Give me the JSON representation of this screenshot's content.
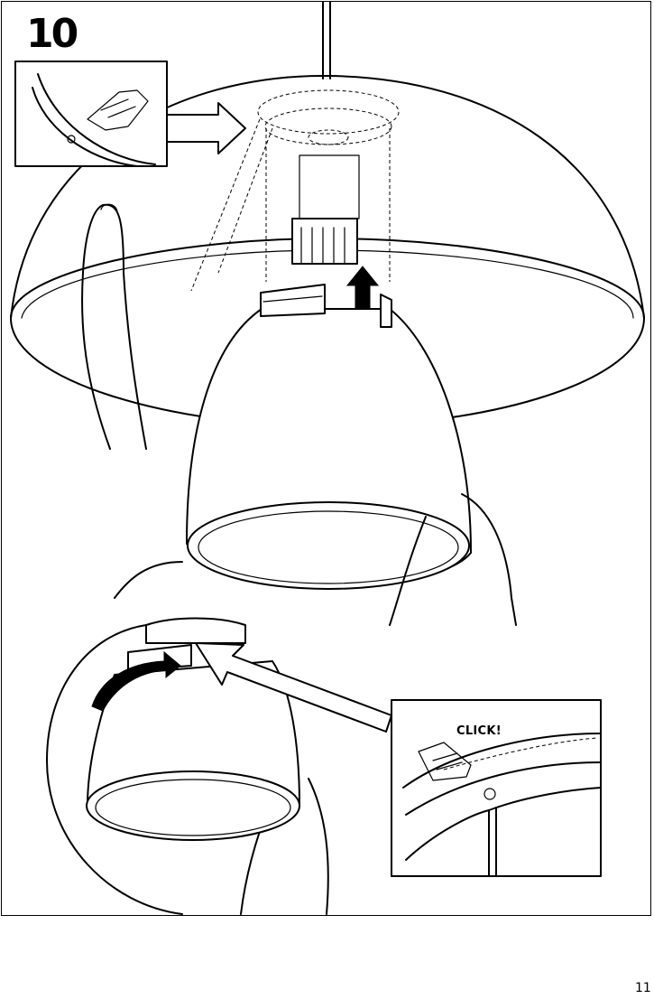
{
  "step": {
    "number": "10"
  },
  "callout": {
    "click_label": "CLICK!"
  },
  "page": {
    "number": "11"
  },
  "icons": {
    "pendant_cord": "pendant-cord-icon",
    "lamp_shade": "lamp-shade-icon",
    "inner_shade": "inner-shade-icon",
    "arrow_up": "arrow-up-icon",
    "rotate_arrow": "rotate-arrow-icon",
    "hand": "hand-icon",
    "pointer_arrow": "pointer-arrow-icon"
  },
  "colors": {
    "ink": "#000000",
    "paper": "#ffffff"
  }
}
